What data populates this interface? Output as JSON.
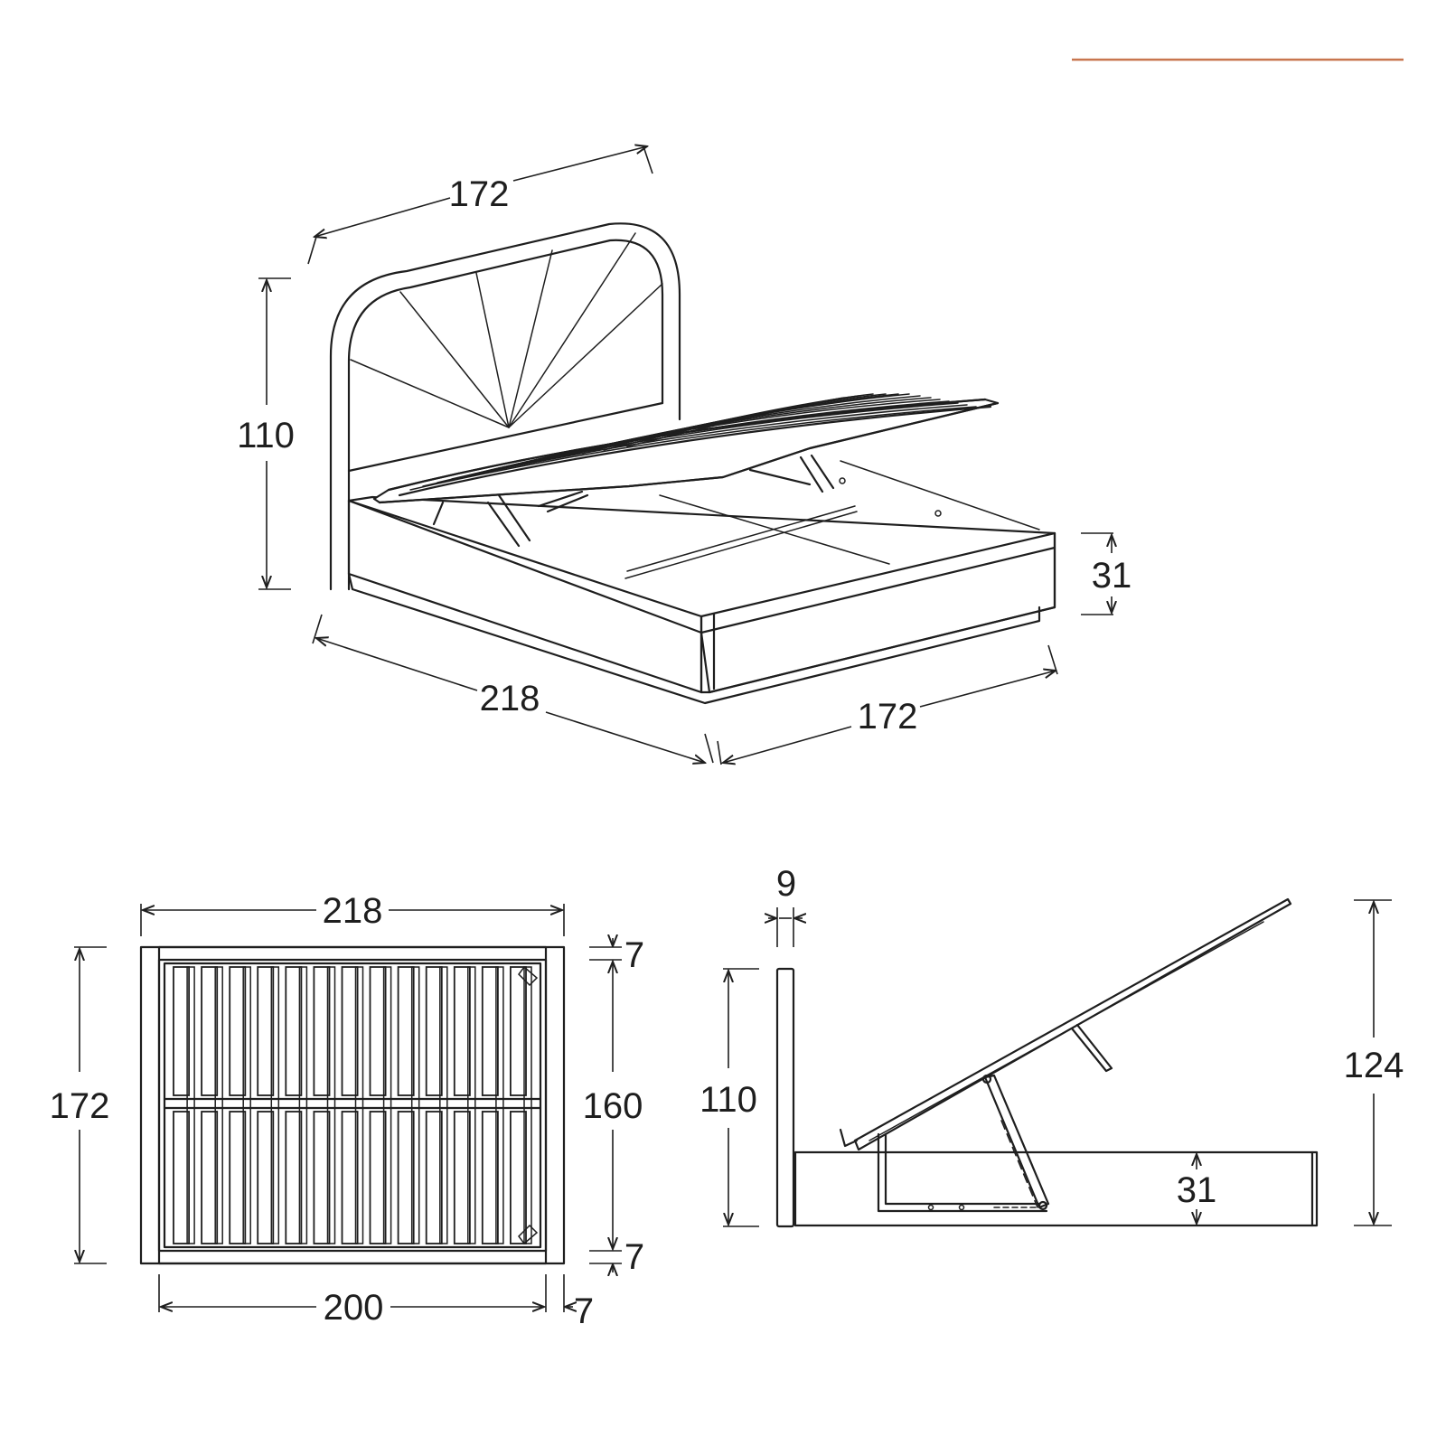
{
  "colors": {
    "accent_rule": "#c8764f",
    "line": "#1e1e1e",
    "background": "#ffffff"
  },
  "perspective_view": {
    "headboard_width": "172",
    "headboard_height": "110",
    "base_height": "31",
    "length": "218",
    "width": "172"
  },
  "top_view": {
    "overall_length": "218",
    "overall_width": "172",
    "inner_width": "160",
    "frame_top": "7",
    "frame_bottom": "7",
    "mattress_length": "200",
    "frame_end": "7"
  },
  "side_view": {
    "headboard_thickness": "9",
    "headboard_height": "110",
    "open_height": "124",
    "base_height": "31"
  }
}
